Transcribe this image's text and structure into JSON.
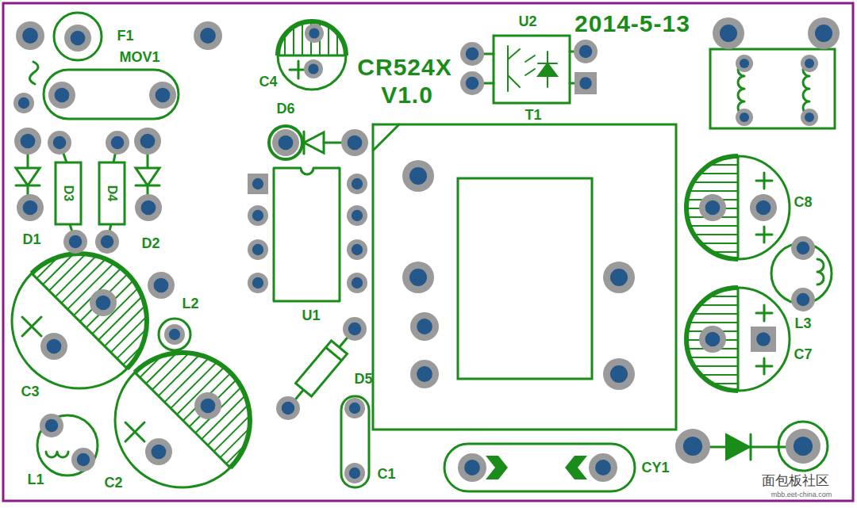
{
  "diagram": {
    "labels": [
      "2014-5-13",
      "CR524X",
      "V1.0",
      "U2",
      "T1",
      "F1",
      "MOV1",
      "C4",
      "D6",
      "D3",
      "D4",
      "D1",
      "D2",
      "U1",
      "L2",
      "C3",
      "D5",
      "C1",
      "CY1",
      "L1",
      "C2",
      "C8",
      "L3",
      "C7",
      "面包板社区",
      "mbb.eet-china.com"
    ]
  }
}
